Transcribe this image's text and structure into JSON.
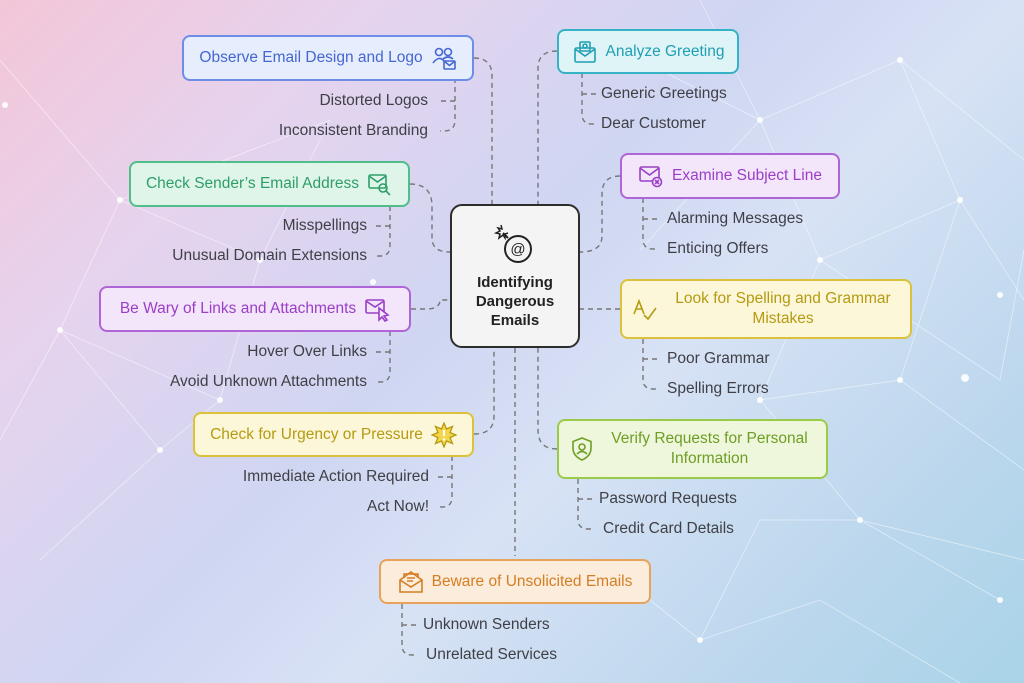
{
  "center": {
    "title": "Identifying\nDangerous\nEmails",
    "icon": "bomb-at-icon"
  },
  "branches": [
    {
      "id": "design",
      "label": "Observe Email Design and Logo",
      "color": "#4666d2",
      "icon": "people-mail-icon",
      "children": [
        "Distorted Logos",
        "Inconsistent Branding"
      ]
    },
    {
      "id": "greeting",
      "label": "Analyze Greeting",
      "color": "#1f9fb3",
      "icon": "envelope-badge-icon",
      "children": [
        "Generic Greetings",
        "Dear Customer"
      ]
    },
    {
      "id": "sender",
      "label": "Check Sender’s Email Address",
      "color": "#2e9e68",
      "icon": "mail-search-icon",
      "children": [
        "Misspellings",
        "Unusual Domain Extensions"
      ]
    },
    {
      "id": "subject",
      "label": "Examine Subject Line",
      "color": "#9a3fc6",
      "icon": "mail-x-icon",
      "children": [
        "Alarming Messages",
        "Enticing Offers"
      ]
    },
    {
      "id": "links",
      "label": "Be Wary of Links and Attachments",
      "color": "#9a3fc6",
      "icon": "mail-pointer-icon",
      "children": [
        "Hover Over Links",
        "Avoid Unknown Attachments"
      ]
    },
    {
      "id": "spelling",
      "label": "Look for Spelling and Grammar Mistakes",
      "color": "#b59a12",
      "icon": "spellcheck-icon",
      "children": [
        "Poor Grammar",
        "Spelling Errors"
      ]
    },
    {
      "id": "urgency",
      "label": "Check for Urgency or Pressure",
      "color": "#b59a12",
      "icon": "alert-burst-icon",
      "children": [
        "Immediate Action Required",
        "Act Now!"
      ]
    },
    {
      "id": "personal",
      "label": "Verify Requests for Personal Information",
      "color": "#6f9e25",
      "icon": "shield-user-icon",
      "children": [
        "Password Requests",
        "Credit Card Details"
      ]
    },
    {
      "id": "unsolicited",
      "label": "Beware of Unsolicited Emails",
      "color": "#d47e23",
      "icon": "open-mail-icon",
      "children": [
        "Unknown Senders",
        "Unrelated Services"
      ]
    }
  ]
}
